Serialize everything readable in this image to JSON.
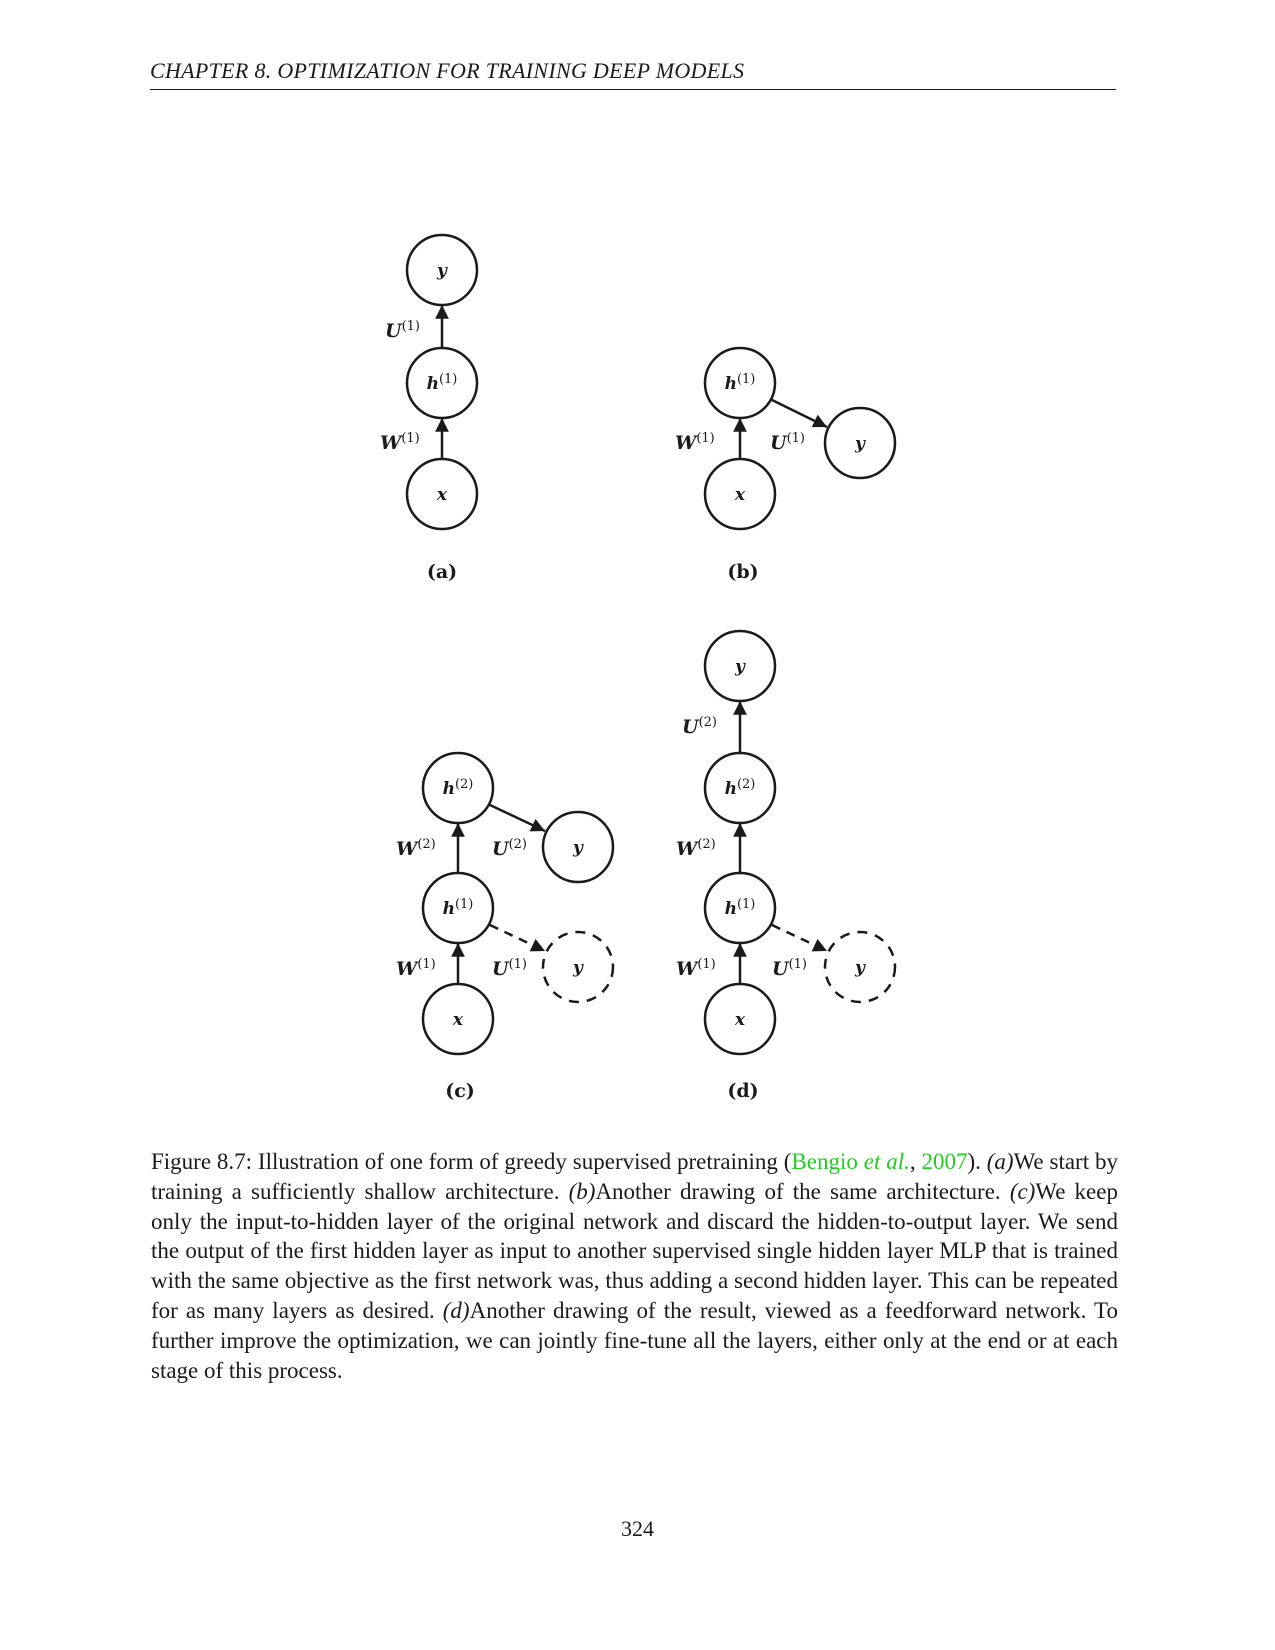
{
  "header": {
    "running_head": "CHAPTER 8.   OPTIMIZATION FOR TRAINING DEEP MODELS"
  },
  "figure": {
    "panels": [
      {
        "label": "(a)",
        "nodes": [
          {
            "id": "y",
            "label": "y"
          },
          {
            "id": "h1",
            "label": "h",
            "sup": "(1)"
          },
          {
            "id": "x",
            "label": "x"
          }
        ],
        "edges": [
          {
            "from": "x",
            "to": "h1",
            "label": "W",
            "sup": "(1)"
          },
          {
            "from": "h1",
            "to": "y",
            "label": "U",
            "sup": "(1)"
          }
        ]
      },
      {
        "label": "(b)",
        "nodes": [
          {
            "id": "h1",
            "label": "h",
            "sup": "(1)"
          },
          {
            "id": "x",
            "label": "x"
          },
          {
            "id": "y",
            "label": "y"
          }
        ],
        "edges": [
          {
            "from": "x",
            "to": "h1",
            "label": "W",
            "sup": "(1)"
          },
          {
            "from": "h1",
            "to": "y",
            "label": "U",
            "sup": "(1)"
          }
        ]
      },
      {
        "label": "(c)",
        "nodes": [
          {
            "id": "h2",
            "label": "h",
            "sup": "(2)"
          },
          {
            "id": "y2",
            "label": "y"
          },
          {
            "id": "h1",
            "label": "h",
            "sup": "(1)"
          },
          {
            "id": "y1",
            "label": "y",
            "dashed": true
          },
          {
            "id": "x",
            "label": "x"
          }
        ],
        "edges": [
          {
            "from": "x",
            "to": "h1",
            "label": "W",
            "sup": "(1)"
          },
          {
            "from": "h1",
            "to": "h2",
            "label": "W",
            "sup": "(2)"
          },
          {
            "from": "h2",
            "to": "y2",
            "label": "U",
            "sup": "(2)"
          },
          {
            "from": "h1",
            "to": "y1",
            "label": "U",
            "sup": "(1)",
            "dashed": true
          }
        ]
      },
      {
        "label": "(d)",
        "nodes": [
          {
            "id": "y2",
            "label": "y"
          },
          {
            "id": "h2",
            "label": "h",
            "sup": "(2)"
          },
          {
            "id": "h1",
            "label": "h",
            "sup": "(1)"
          },
          {
            "id": "y1",
            "label": "y",
            "dashed": true
          },
          {
            "id": "x",
            "label": "x"
          }
        ],
        "edges": [
          {
            "from": "h2",
            "to": "y2",
            "label": "U",
            "sup": "(2)"
          },
          {
            "from": "h1",
            "to": "h2",
            "label": "W",
            "sup": "(2)"
          },
          {
            "from": "x",
            "to": "h1",
            "label": "W",
            "sup": "(1)"
          },
          {
            "from": "h1",
            "to": "y1",
            "label": "U",
            "sup": "(1)",
            "dashed": true
          }
        ]
      }
    ]
  },
  "caption": {
    "fig_number": "Figure 8.7:",
    "intro": " Illustration of one form of greedy supervised pretraining (",
    "cite_author": "Bengio ",
    "cite_etal": "et al.",
    "cite_sep": ", ",
    "cite_year": "2007",
    "intro_end": ").",
    "a_tag": "(a)",
    "a_text": "We start by training a sufficiently shallow architecture. ",
    "b_tag": "(b)",
    "b_text": "Another drawing of the same architecture. ",
    "c_tag": "(c)",
    "c_text": "We keep only the input-to-hidden layer of the original network and discard the hidden-to-output layer. We send the output of the first hidden layer as input to another supervised single hidden layer MLP that is trained with the same objective as the first network was, thus adding a second hidden layer. This can be repeated for as many layers as desired. ",
    "d_tag": "(d)",
    "d_text": "Another drawing of the result, viewed as a feedforward network. To further improve the optimization, we can jointly fine-tune all the layers, either only at the end or at each stage of this process."
  },
  "footer": {
    "page_number": "324"
  },
  "colors": {
    "text": "#1a1a1a",
    "citation": "#22cc22"
  }
}
